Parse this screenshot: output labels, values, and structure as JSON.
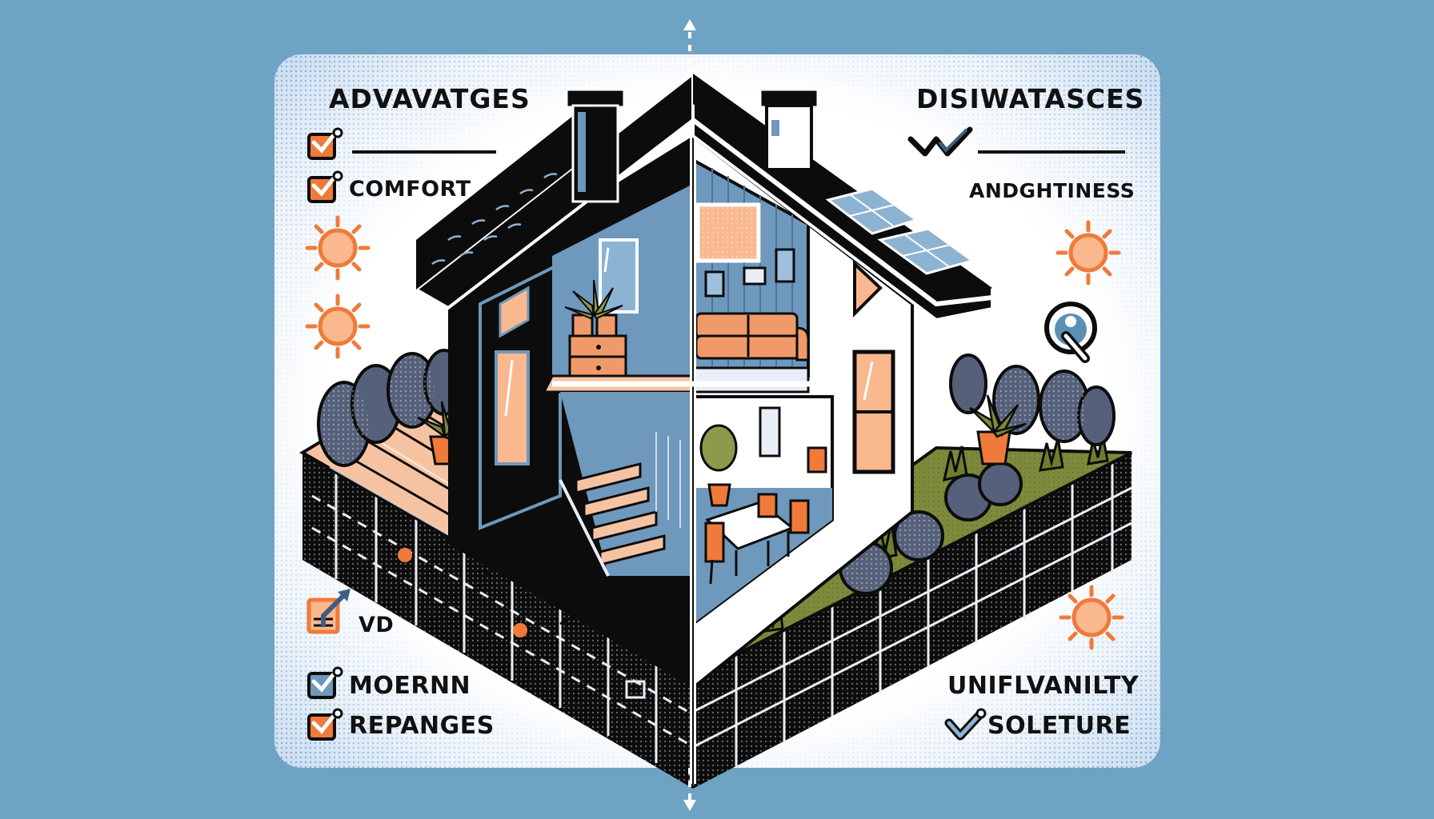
{
  "advantages": {
    "heading": "ADVAVATGES",
    "items": [
      {
        "label": "",
        "icon": "check-box-orange-icon"
      },
      {
        "label": "COMFORT",
        "icon": "check-box-orange-icon"
      },
      {
        "label": "VD",
        "icon": "chart-arrow-up-icon"
      },
      {
        "label": "MOERNN",
        "icon": "check-box-blue-icon"
      },
      {
        "label": "REPANGES",
        "icon": "check-box-orange-icon"
      }
    ],
    "decorations": [
      "sun-icon",
      "sun-icon"
    ]
  },
  "disadvantages": {
    "heading": "DISIWATASCES",
    "items": [
      {
        "label": "",
        "icon": "zigzag-check-icon"
      },
      {
        "label": "ANDGHTINESS",
        "icon": ""
      },
      {
        "label": "UNIFLVANILTY",
        "icon": ""
      },
      {
        "label": "SOLETURE",
        "icon": "check-blue-icon"
      }
    ],
    "decorations": [
      "sun-icon",
      "magnifier-person-icon",
      "sun-icon"
    ]
  },
  "divider": {
    "icon_top": "arrow-up-icon",
    "icon_bottom": "arrow-down-icon"
  },
  "colors": {
    "background": "#6fa3c4",
    "panel": "#ffffff",
    "accent_orange": "#f07a3a",
    "accent_peach": "#f9b88e",
    "wall_blue": "#6f98bd",
    "outline": "#0c0c0c",
    "grass": "#7c8a3a"
  }
}
